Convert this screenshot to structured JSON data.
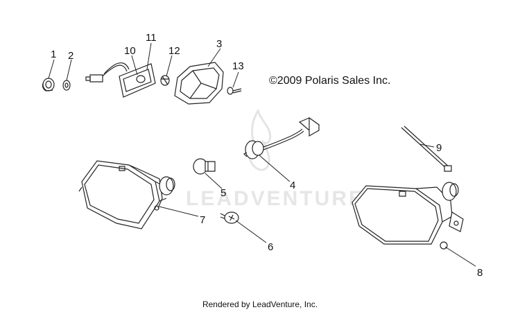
{
  "copyright": "©2009 Polaris Sales Inc.",
  "footer": "Rendered by LeadVenture, Inc.",
  "watermark": "LEADVENTURE",
  "callouts": [
    "1",
    "2",
    "3",
    "4",
    "5",
    "6",
    "7",
    "8",
    "9",
    "10",
    "11",
    "12",
    "13"
  ]
}
